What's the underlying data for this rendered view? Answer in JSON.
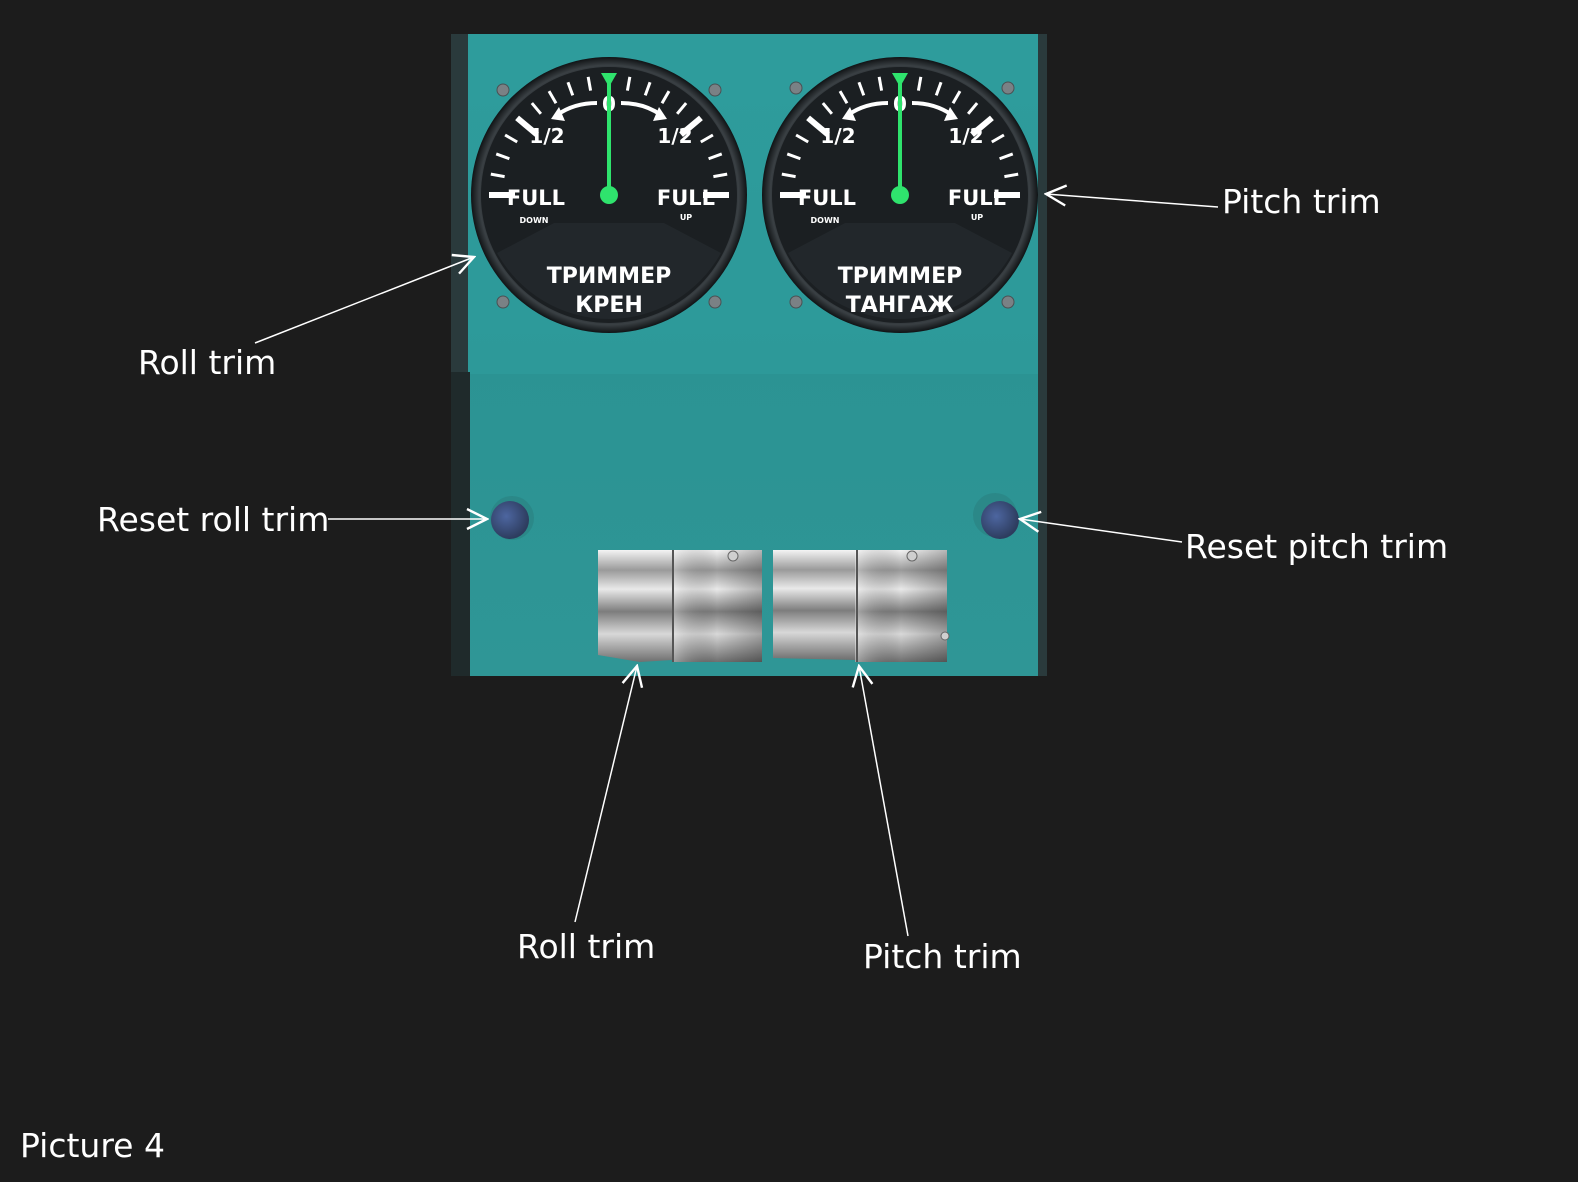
{
  "colors": {
    "background": "#1c1c1c",
    "panel": "#2f9797",
    "gauge_face": "#1b1f22",
    "needle": "#2fe36d",
    "button": "#3a4f7a",
    "callout_text": "#ffffff"
  },
  "gauges": [
    {
      "id": "roll",
      "scale": {
        "center": "0",
        "half_left": "1/2",
        "half_right": "1/2",
        "full_left": "FULL",
        "full_right": "FULL",
        "sub_left": "DOWN",
        "sub_right": "UP"
      },
      "title_line1": "ТРИММЕР",
      "title_line2": "КРЕН",
      "needle_value": 0
    },
    {
      "id": "pitch",
      "scale": {
        "center": "0",
        "half_left": "1/2",
        "half_right": "1/2",
        "full_left": "FULL",
        "full_right": "FULL",
        "sub_left": "DOWN",
        "sub_right": "UP"
      },
      "title_line1": "ТРИММЕР",
      "title_line2": "ТАНГАЖ",
      "needle_value": 0
    }
  ],
  "callouts": {
    "roll_trim_gauge": "Roll trim",
    "pitch_trim_gauge": "Pitch trim",
    "reset_roll_trim": "Reset roll trim",
    "reset_pitch_trim": "Reset pitch trim",
    "roll_trim_wheel": "Roll trim",
    "pitch_trim_wheel": "Pitch trim"
  },
  "caption": "Picture 4"
}
